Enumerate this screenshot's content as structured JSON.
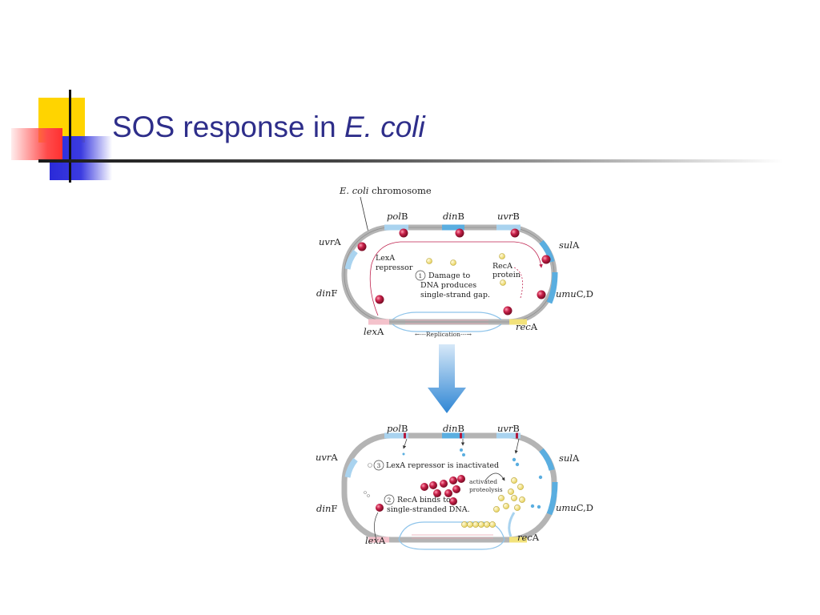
{
  "slide": {
    "title_main": "SOS response in ",
    "title_italic": "E. coli"
  },
  "figure": {
    "chromosome_label_italic": "E. coli",
    "chromosome_label_rest": " chromosome",
    "genes": {
      "polB": {
        "it": "pol",
        "up": "B"
      },
      "dinB": {
        "it": "din",
        "up": "B"
      },
      "uvrB": {
        "it": "uvr",
        "up": "B"
      },
      "uvrA": {
        "it": "uvr",
        "up": "A"
      },
      "sulA": {
        "it": "sul",
        "up": "A"
      },
      "dinF": {
        "it": "din",
        "up": "F"
      },
      "umuCD": {
        "it": "umu",
        "up": "C,D"
      },
      "lexA": {
        "it": "lex",
        "up": "A"
      },
      "recA": {
        "it": "rec",
        "up": "A"
      }
    },
    "top_panel": {
      "lexa_repressor_line1": "LexA",
      "lexa_repressor_line2": "repressor",
      "reca_protein_line1": "RecA",
      "reca_protein_line2": "protein",
      "step1_number": "1",
      "step1_line1": "Damage to",
      "step1_line2": "DNA produces",
      "step1_line3": "single-strand gap.",
      "replication_label": "Replication"
    },
    "bottom_panel": {
      "step3_number": "3",
      "step3_text": "LexA repressor is inactivated",
      "activated_line1": "activated",
      "activated_line2": "proteolysis",
      "step2_number": "2",
      "step2_line1": "RecA binds to",
      "step2_line2": "single-stranded DNA."
    },
    "colors": {
      "chromosome_grey": "#b4b4b4",
      "gene_blue": "#5aaee0",
      "gene_light_blue": "#a9d3ef",
      "repressor_red": "#b0183c",
      "reca_yellow": "#f2e27a",
      "arrow_blue": "#3b8fd6",
      "title_blue": "#2e2e8a"
    }
  }
}
